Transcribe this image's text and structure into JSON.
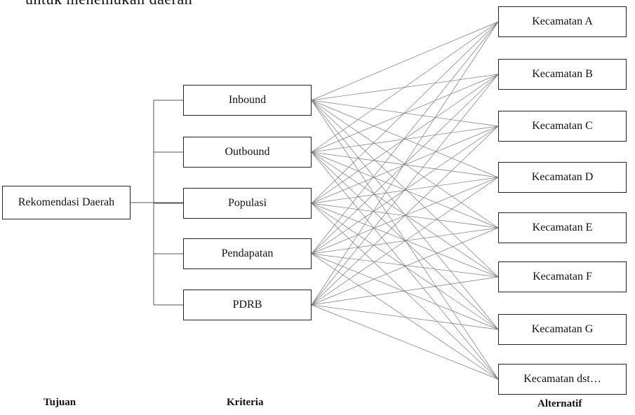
{
  "top_text": "untuk   menemukan   daerah",
  "goal": {
    "label": "Rekomendasi Daerah"
  },
  "criteria": [
    {
      "label": "Inbound"
    },
    {
      "label": "Outbound"
    },
    {
      "label": "Populasi"
    },
    {
      "label": "Pendapatan"
    },
    {
      "label": "PDRB"
    }
  ],
  "alternatives": [
    {
      "label": "Kecamatan A"
    },
    {
      "label": "Kecamatan B"
    },
    {
      "label": "Kecamatan C"
    },
    {
      "label": "Kecamatan D"
    },
    {
      "label": "Kecamatan E"
    },
    {
      "label": "Kecamatan F"
    },
    {
      "label": "Kecamatan G"
    },
    {
      "label": "Kecamatan dst…"
    }
  ],
  "level_labels": {
    "goal": "Tujuan",
    "criteria": "Kriteria",
    "alternatives": "Alternatif"
  }
}
